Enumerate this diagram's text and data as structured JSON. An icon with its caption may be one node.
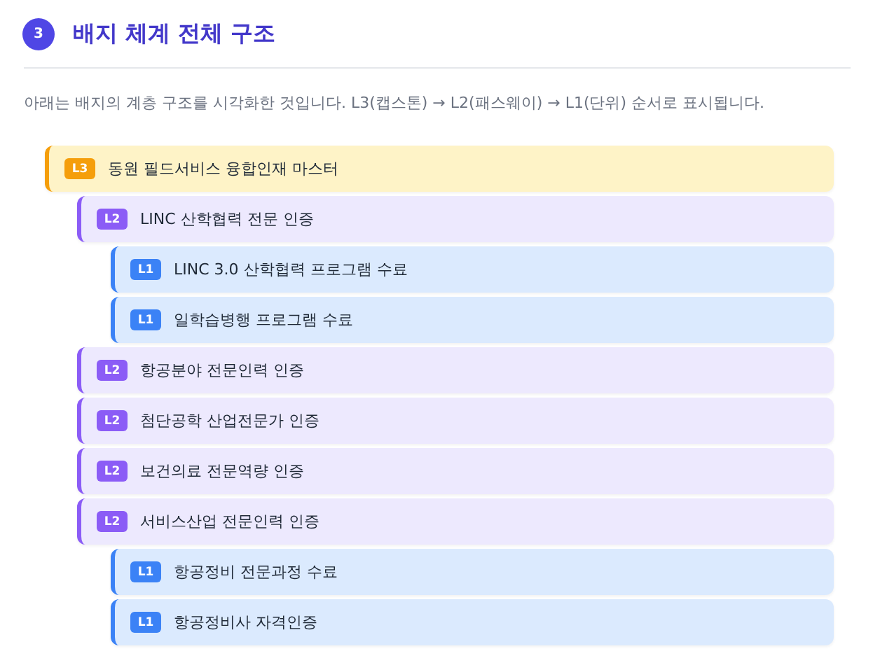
{
  "diagram": {
    "title": "배지 체계 전체 구조",
    "nodes": [
      {
        "text": [
          "3"
        ]
      },
      {
        "text": [
          "동원 필드서비스 융합인재 마스터"
        ]
      },
      {
        "text": [
          "L3"
        ],
        "in": 1
      },
      {
        "text": [
          "LINC 산학협력 전문 인증"
        ]
      },
      {
        "text": [
          "L2"
        ],
        "in": 3
      },
      {
        "text": [
          "LINC 3.0 산학협력 프로그램 수료"
        ]
      },
      {
        "text": [
          "L1"
        ],
        "in": 5
      },
      {
        "text": [
          "일학습병행 프로그램 수료"
        ]
      },
      {
        "text": [
          "L1"
        ],
        "in": 7
      },
      {
        "text": [
          "항공분야 전문인력 인증"
        ]
      },
      {
        "text": [
          "L2"
        ],
        "in": 9
      },
      {
        "text": [
          "첨단공학 산업전문가 인증"
        ]
      },
      {
        "text": [
          "L2"
        ],
        "in": 11
      },
      {
        "text": [
          "보건의료 전문역량 인증"
        ]
      },
      {
        "text": [
          "L2"
        ],
        "in": 13
      },
      {
        "text": [
          "서비스산업 전문인력 인증"
        ]
      },
      {
        "text": [
          "L2"
        ],
        "in": 15
      },
      {
        "text": [
          "항공정비 전문과정 수료"
        ]
      },
      {
        "text": [
          "L1"
        ],
        "in": 17
      },
      {
        "text": [
          "항공정비사 자격인증"
        ]
      },
      {
        "text": [
          "L1"
        ],
        "in": 19
      }
    ],
    "labels": [
      "아래는 배지의 계층 구조를 시각화한 것입니다. L3(캡스톤) → L2(패스웨이) → L1(단위) 순서로 표시됩니다."
    ]
  }
}
